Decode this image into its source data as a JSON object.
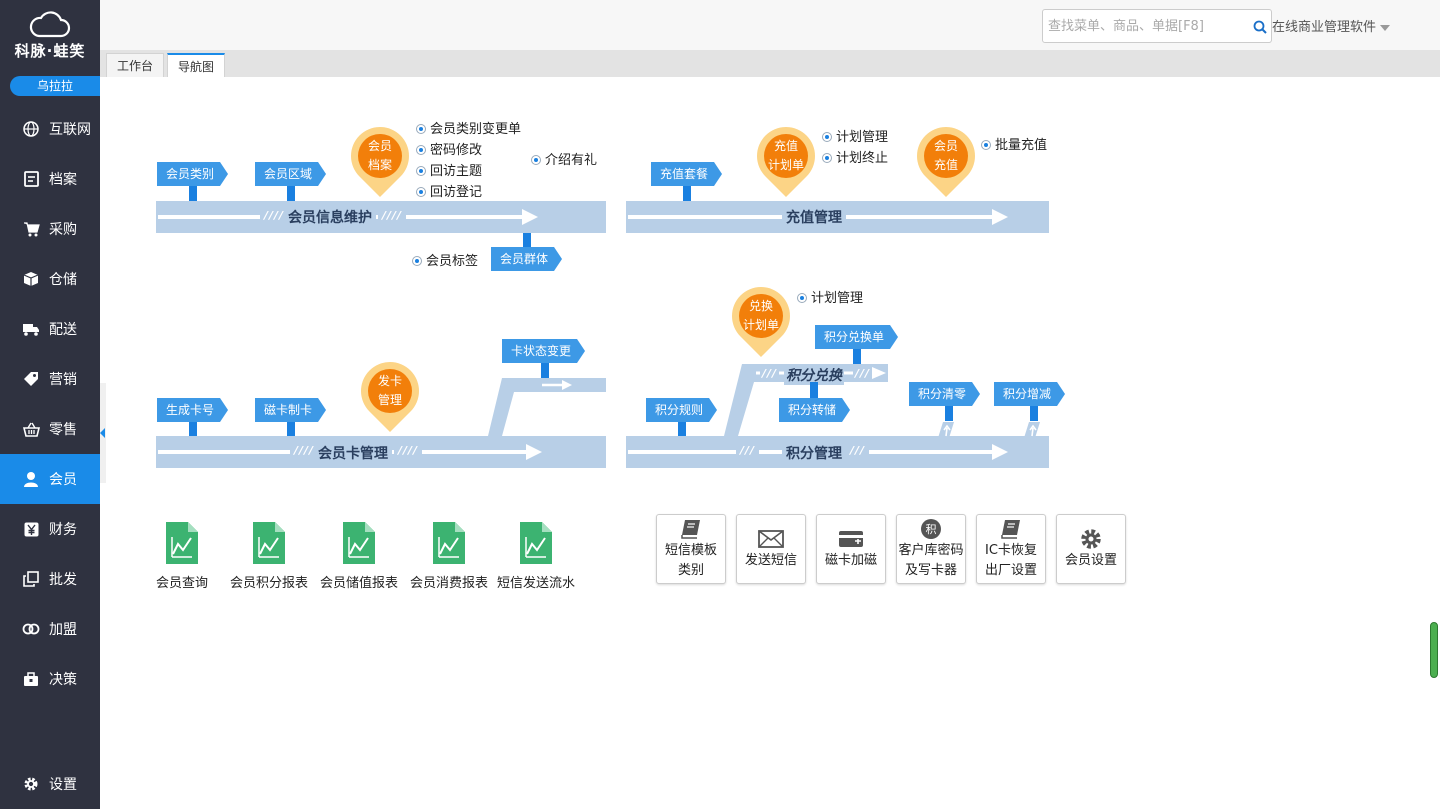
{
  "app": {
    "logo_text": "科脉·蛙笑",
    "user": "乌拉拉"
  },
  "sidebar": {
    "items": [
      {
        "label": "互联网",
        "icon": "globe-icon"
      },
      {
        "label": "档案",
        "icon": "file-icon"
      },
      {
        "label": "采购",
        "icon": "cart-icon"
      },
      {
        "label": "仓储",
        "icon": "box-icon"
      },
      {
        "label": "配送",
        "icon": "truck-icon"
      },
      {
        "label": "营销",
        "icon": "tag-icon"
      },
      {
        "label": "零售",
        "icon": "basket-icon"
      },
      {
        "label": "会员",
        "icon": "user-icon",
        "active": true
      },
      {
        "label": "财务",
        "icon": "yen-icon"
      },
      {
        "label": "批发",
        "icon": "copy-icon"
      },
      {
        "label": "加盟",
        "icon": "link-icon"
      },
      {
        "label": "决策",
        "icon": "briefcase-icon"
      }
    ],
    "settings": {
      "label": "设置",
      "icon": "gear-icon"
    }
  },
  "header": {
    "search_placeholder": "查找菜单、商品、单据[F8]",
    "brand": "在线商业管理软件"
  },
  "tabs": [
    {
      "label": "工作台",
      "active": false
    },
    {
      "label": "导航图",
      "active": true
    }
  ],
  "flow": {
    "member_info": {
      "title": "会员信息维护",
      "tags": [
        "会员类别",
        "会员区域",
        "会员群体"
      ],
      "pin": "会员\n档案",
      "options": [
        "会员类别变更单",
        "密码修改",
        "回访主题",
        "回访登记",
        "介绍有礼",
        "会员标签"
      ]
    },
    "recharge": {
      "title": "充值管理",
      "tags": [
        "充值套餐"
      ],
      "pin_plan": "充值\n计划单",
      "pin_recharge": "会员\n充值",
      "options": [
        "计划管理",
        "计划终止",
        "批量充值"
      ]
    },
    "card": {
      "title": "会员卡管理",
      "tags": [
        "生成卡号",
        "磁卡制卡",
        "卡状态变更"
      ],
      "pin": "发卡\n管理"
    },
    "points": {
      "title": "积分管理",
      "sub_title": "积分兑换",
      "tags": [
        "积分规则",
        "积分兑换单",
        "积分转储",
        "积分清零",
        "积分增减"
      ],
      "pin": "兑换\n计划单",
      "options": [
        "计划管理"
      ]
    }
  },
  "reports": [
    "会员查询",
    "会员积分报表",
    "会员储值报表",
    "会员消费报表",
    "短信发送流水"
  ],
  "tiles": [
    {
      "label": "短信模板\n类别",
      "icon": "book-icon"
    },
    {
      "label": "发送短信",
      "icon": "mail-icon"
    },
    {
      "label": "磁卡加磁",
      "icon": "card-icon"
    },
    {
      "label": "客户库密码\n及写卡器",
      "icon": "points-icon",
      "icon_text": "积"
    },
    {
      "label": "IC卡恢复\n出厂设置",
      "icon": "book-icon"
    },
    {
      "label": "会员设置",
      "icon": "gear-icon"
    }
  ],
  "colors": {
    "sidebar_bg": "#2f3240",
    "accent": "#1a8be8",
    "band": "#b8cfe7",
    "pin_orange": "#f27f0a",
    "pin_halo": "#fcd486",
    "report_green": "#3cb371"
  }
}
